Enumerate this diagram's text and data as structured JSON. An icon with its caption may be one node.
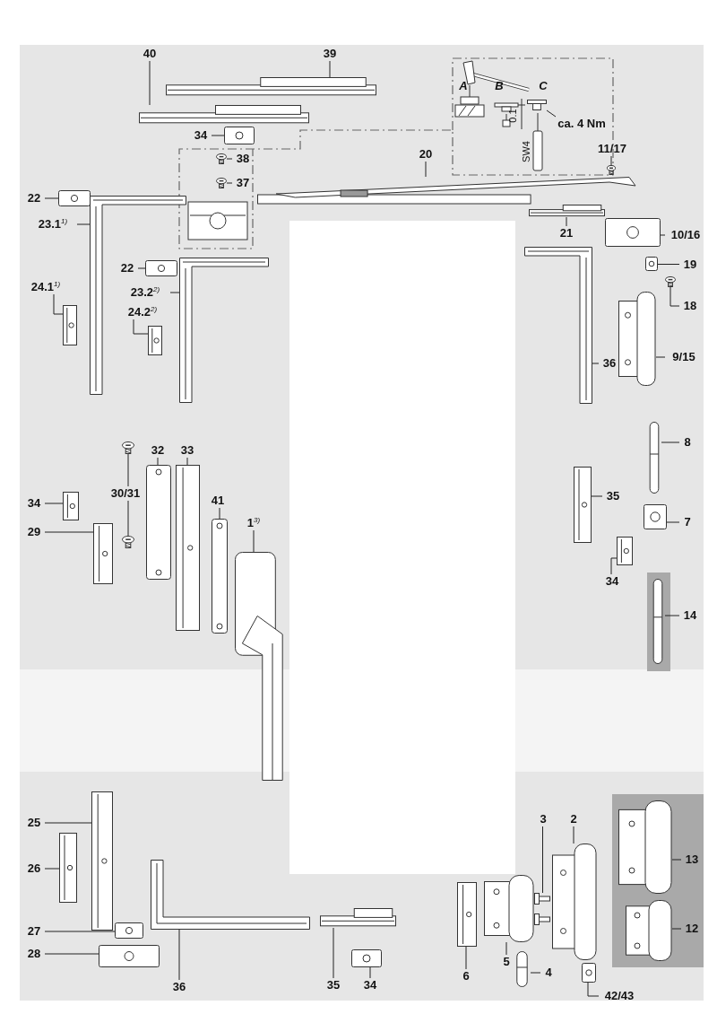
{
  "diagram": {
    "nodes": [
      {
        "text": [
          "40"
        ]
      },
      {
        "text": [],
        "shape": "picture"
      },
      {
        "text": [
          "39"
        ]
      },
      {
        "text": [],
        "shape": "picture"
      },
      {
        "text": [
          "34"
        ]
      },
      {
        "text": [],
        "shape": "picture"
      },
      {
        "text": [
          "38"
        ]
      },
      {
        "text": [],
        "shape": "picture"
      },
      {
        "text": [
          "37"
        ]
      },
      {
        "text": [],
        "shape": "picture"
      },
      {
        "text": [
          "20"
        ]
      },
      {
        "text": [],
        "shape": "picture"
      },
      {
        "text": [
          "11/17"
        ]
      },
      {
        "text": [],
        "shape": "picture"
      },
      {
        "text": [
          "22"
        ]
      },
      {
        "text": [],
        "shape": "picture"
      },
      {
        "text": [
          "23.1$^{1)}$"
        ]
      },
      {
        "text": [],
        "shape": "picture"
      },
      {
        "text": [
          "24.1$^{1)}$"
        ]
      },
      {
        "text": [],
        "shape": "picture"
      },
      {
        "text": [
          "22"
        ]
      },
      {
        "text": [],
        "shape": "picture"
      },
      {
        "text": [
          "23.2$^{2)}$"
        ]
      },
      {
        "text": [],
        "shape": "picture"
      },
      {
        "text": [
          "24.2$^{2)}$"
        ]
      },
      {
        "text": [],
        "shape": "picture"
      },
      {
        "text": [
          "21"
        ]
      },
      {
        "text": [],
        "shape": "picture"
      },
      {
        "text": [
          "10/16"
        ]
      },
      {
        "text": [],
        "shape": "picture"
      },
      {
        "text": [
          "19"
        ]
      },
      {
        "text": [],
        "shape": "picture"
      },
      {
        "text": [
          "18"
        ]
      },
      {
        "text": [],
        "shape": "picture"
      },
      {
        "text": [
          "9/15"
        ]
      },
      {
        "text": [],
        "shape": "picture"
      },
      {
        "text": [
          "36"
        ]
      },
      {
        "text": [],
        "shape": "picture"
      },
      {
        "text": [
          "8"
        ]
      },
      {
        "text": [],
        "shape": "picture"
      },
      {
        "text": [
          "35"
        ]
      },
      {
        "text": [],
        "shape": "picture"
      },
      {
        "text": [
          "7"
        ]
      },
      {
        "text": [],
        "shape": "picture"
      },
      {
        "text": [
          "34"
        ]
      },
      {
        "text": [],
        "shape": "picture"
      },
      {
        "text": [
          "14"
        ]
      },
      {
        "text": [],
        "shape": "picture"
      },
      {
        "text": [
          "32"
        ]
      },
      {
        "text": [],
        "shape": "picture"
      },
      {
        "text": [
          "33"
        ]
      },
      {
        "text": [],
        "shape": "picture"
      },
      {
        "text": [
          "30/31"
        ]
      },
      {
        "text": [],
        "shape": "picture"
      },
      {
        "text": [],
        "shape": "picture"
      },
      {
        "text": [
          "34"
        ]
      },
      {
        "text": [],
        "shape": "picture"
      },
      {
        "text": [
          "29"
        ]
      },
      {
        "text": [],
        "shape": "picture"
      },
      {
        "text": [
          "41"
        ]
      },
      {
        "text": [],
        "shape": "picture"
      },
      {
        "text": [
          "1$^{3)}$"
        ]
      },
      {
        "text": [],
        "shape": "picture"
      },
      {
        "text": [
          "25"
        ]
      },
      {
        "text": [],
        "shape": "picture"
      },
      {
        "text": [
          "26"
        ]
      },
      {
        "text": [],
        "shape": "picture"
      },
      {
        "text": [
          "27"
        ]
      },
      {
        "text": [],
        "shape": "picture"
      },
      {
        "text": [
          "28"
        ]
      },
      {
        "text": [],
        "shape": "picture"
      },
      {
        "text": [
          "36"
        ]
      },
      {
        "text": [],
        "shape": "picture"
      },
      {
        "text": [
          "35"
        ]
      },
      {
        "text": [],
        "shape": "picture"
      },
      {
        "text": [
          "34"
        ]
      },
      {
        "text": [],
        "shape": "picture"
      },
      {
        "text": [
          "6"
        ]
      },
      {
        "text": [],
        "shape": "picture"
      },
      {
        "text": [
          "5"
        ]
      },
      {
        "text": [],
        "shape": "picture"
      },
      {
        "text": [
          "3"
        ]
      },
      {
        "text": [],
        "shape": "picture"
      },
      {
        "text": [
          "4"
        ]
      },
      {
        "text": [],
        "shape": "picture"
      },
      {
        "text": [
          "2"
        ]
      },
      {
        "text": [],
        "shape": "picture"
      },
      {
        "text": [
          "13"
        ]
      },
      {
        "text": [],
        "shape": "picture"
      },
      {
        "text": [
          "12"
        ]
      },
      {
        "text": [],
        "shape": "picture"
      },
      {
        "text": [
          "42/43"
        ]
      },
      {
        "text": [],
        "shape": "picture"
      },
      {
        "text": [
          "ca. 4 Nm"
        ]
      },
      {
        "text": [],
        "shape": "picture"
      }
    ],
    "edges": [
      {
        "from": 0,
        "to": 1,
        "arrow": "none"
      },
      {
        "from": 2,
        "to": 3,
        "arrow": "none"
      },
      {
        "from": 4,
        "to": 5,
        "arrow": "none"
      },
      {
        "from": 6,
        "to": 7,
        "arrow": "none"
      },
      {
        "from": 8,
        "to": 9,
        "arrow": "none"
      },
      {
        "from": 10,
        "to": 11,
        "arrow": "none"
      },
      {
        "from": 12,
        "to": 13,
        "arrow": "none"
      },
      {
        "from": 14,
        "to": 15,
        "arrow": "none"
      },
      {
        "from": 16,
        "to": 17,
        "arrow": "none"
      },
      {
        "from": 18,
        "to": 19,
        "arrow": "none"
      },
      {
        "from": 20,
        "to": 21,
        "arrow": "none"
      },
      {
        "from": 22,
        "to": 23,
        "arrow": "none"
      },
      {
        "from": 24,
        "to": 25,
        "arrow": "none"
      },
      {
        "from": 26,
        "to": 27,
        "arrow": "none"
      },
      {
        "from": 28,
        "to": 29,
        "arrow": "none"
      },
      {
        "from": 30,
        "to": 31,
        "arrow": "none"
      },
      {
        "from": 32,
        "to": 33,
        "arrow": "none"
      },
      {
        "from": 34,
        "to": 35,
        "arrow": "none"
      },
      {
        "from": 36,
        "to": 37,
        "arrow": "none"
      },
      {
        "from": 38,
        "to": 39,
        "arrow": "none"
      },
      {
        "from": 40,
        "to": 41,
        "arrow": "none"
      },
      {
        "from": 42,
        "to": 43,
        "arrow": "none"
      },
      {
        "from": 44,
        "to": 45,
        "arrow": "none"
      },
      {
        "from": 46,
        "to": 47,
        "arrow": "none"
      },
      {
        "from": 48,
        "to": 49,
        "arrow": "none"
      },
      {
        "from": 50,
        "to": 51,
        "arrow": "none"
      },
      {
        "from": 52,
        "to": 53,
        "arrow": "none"
      },
      {
        "from": 52,
        "to": 54,
        "arrow": "none"
      },
      {
        "from": 55,
        "to": 56,
        "arrow": "none"
      },
      {
        "from": 57,
        "to": 58,
        "arrow": "none"
      },
      {
        "from": 59,
        "to": 60,
        "arrow": "none"
      },
      {
        "from": 61,
        "to": 62,
        "arrow": "none"
      },
      {
        "from": 63,
        "to": 64,
        "arrow": "none"
      },
      {
        "from": 65,
        "to": 66,
        "arrow": "none"
      },
      {
        "from": 67,
        "to": 68,
        "arrow": "none"
      },
      {
        "from": 69,
        "to": 70,
        "arrow": "none"
      },
      {
        "from": 71,
        "to": 72,
        "arrow": "none"
      },
      {
        "from": 73,
        "to": 74,
        "arrow": "none"
      },
      {
        "from": 75,
        "to": 76,
        "arrow": "none"
      },
      {
        "from": 77,
        "to": 78,
        "arrow": "none"
      },
      {
        "from": 79,
        "to": 80,
        "arrow": "none"
      },
      {
        "from": 81,
        "to": 82,
        "arrow": "none"
      },
      {
        "from": 83,
        "to": 84,
        "arrow": "none"
      },
      {
        "from": 85,
        "to": 86,
        "arrow": "none"
      },
      {
        "from": 87,
        "to": 88,
        "arrow": "none"
      },
      {
        "from": 89,
        "to": 90,
        "arrow": "none"
      },
      {
        "from": 91,
        "to": 92,
        "arrow": "none"
      },
      {
        "from": 93,
        "to": 94,
        "arrow": "none"
      }
    ],
    "labels": [
      "A",
      "B",
      "C",
      "0.1",
      "SW4"
    ]
  }
}
